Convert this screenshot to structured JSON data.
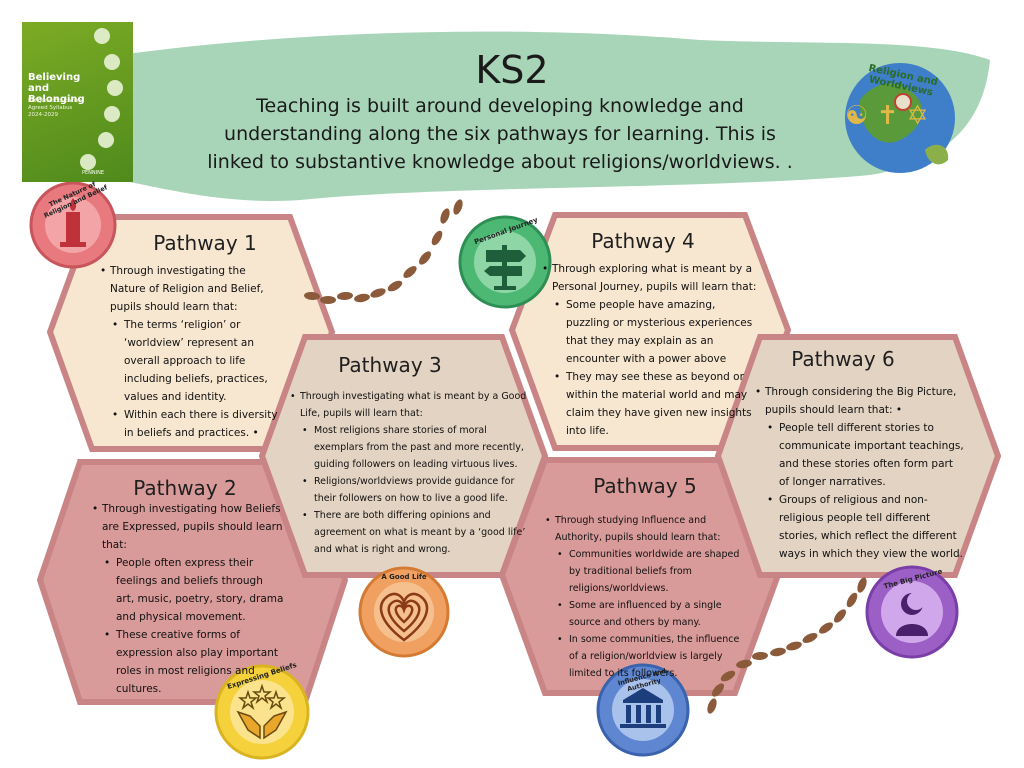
{
  "header": {
    "title": "KS2",
    "subtitle": "Teaching  is built around developing knowledge and understanding along the six pathways for learning. This is linked to substantive knowledge about religions/worldviews. ."
  },
  "cover": {
    "title": "Believing and Belonging",
    "subtitle": "Religious Education Agreed Syllabus 2024-2029",
    "footer": "PENNINE"
  },
  "logo": {
    "text": "Religion and Worldviews"
  },
  "colors": {
    "banner": "#a8d4b8",
    "hex_pink": "#d99a9a",
    "hex_cream": "#f7e6d0",
    "hex_border": "#c98585",
    "hex_tan": "#e3d3c2",
    "footprint": "#8a5a3b"
  },
  "pathways": {
    "p1": {
      "title": "Pathway 1",
      "intro": "Through investigating the Nature of Religion and Belief, pupils should learn that:",
      "points": [
        "The terms ‘religion’ or ‘worldview’ represent an overall approach to life including beliefs, practices, values and identity.",
        " Within each there is diversity in beliefs and practices. •"
      ]
    },
    "p2": {
      "title": "Pathway 2",
      "intro": "Through investigating how Beliefs are Expressed, pupils should learn that:",
      "points": [
        "People often express their feelings and beliefs through art, music, poetry, story, drama and physical movement.",
        "These creative forms of expression also play important roles in most religions and cultures."
      ]
    },
    "p3": {
      "title": "Pathway 3",
      "intro": "Through investigating what is meant by a Good Life, pupils will learn that:",
      "points": [
        "Most religions share stories of moral exemplars from the past and more recently, guiding followers on leading virtuous lives.",
        "Religions/worldviews provide guidance for their followers on how to live a good life.",
        "There are both differing opinions and agreement on what is meant by a ‘good life’ and what is right and wrong."
      ]
    },
    "p4": {
      "title": "Pathway 4",
      "intro": "Through exploring what is meant by a Personal Journey, pupils will learn that:",
      "points": [
        "Some people have amazing, puzzling or mysterious experiences that they may explain as an encounter with a power above",
        "They may see these as beyond or within the material world and may claim they have given new insights into life."
      ]
    },
    "p5": {
      "title": "Pathway 5",
      "intro": "Through studying Influence and Authority, pupils should learn that:",
      "points": [
        " Communities worldwide are shaped by traditional beliefs from religions/worldviews.",
        "Some are influenced by a single source and others by many.",
        " In some communities, the influence of a religion/worldview is largely limited to its followers."
      ]
    },
    "p6": {
      "title": "Pathway 6",
      "intro": "Through considering the Big Picture, pupils should learn that: •",
      "points": [
        "People tell different stories to communicate important teachings, and these stories often form part of longer narratives.",
        " Groups of religious and non-religious people tell different stories, which reflect the different ways in which they view the world."
      ]
    }
  },
  "badges": {
    "nature": {
      "label": "The Nature of Religion and Belief",
      "icon": "candle-icon",
      "color": "#e8797f"
    },
    "journey": {
      "label": "Personal Journey",
      "icon": "signpost-icon",
      "color": "#4cb874"
    },
    "good_life": {
      "label": "A Good Life",
      "icon": "heart-maze-icon",
      "color": "#f0a060"
    },
    "expressing": {
      "label": "Expressing Beliefs",
      "icon": "hands-stars-icon",
      "color": "#f5d23c"
    },
    "influence": {
      "label": "Influence and Authority",
      "icon": "building-icon",
      "color": "#5f86d0"
    },
    "big_picture": {
      "label": "The Big Picture",
      "icon": "moon-person-icon",
      "color": "#9b5fc6"
    }
  }
}
